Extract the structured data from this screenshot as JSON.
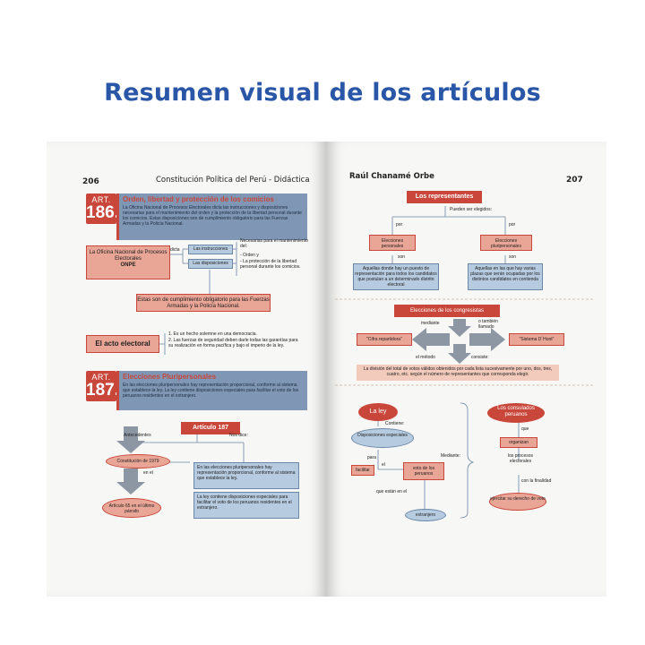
{
  "heading": "Resumen visual de los artículos",
  "left_page": {
    "page_number": "206",
    "running_header": "Constitución Política del Perú - Didáctica",
    "art186": {
      "label": "ART.",
      "number": "186.",
      "title": "Orden, libertad y protección de los comicios",
      "text": "La Oficina Nacional de Procesos Electorales dicta las instrucciones y disposiciones necesarias para el mantenimiento del orden y la protección de la libertad personal durante los comicios. Estas disposiciones son de cumplimiento obligatorio para las Fuerzas Armadas y la Policía Nacional."
    },
    "onpe_box": "La Oficina Nacional de Procesos Electorales",
    "onpe_acronym": "ONPE",
    "dicta": "dicta",
    "instrucciones": "Las instrucciones",
    "disposiciones": "Las disposiciones",
    "necesarias_title": "Necesarias para el mantenimiento del:",
    "necesarias_item1": "- Orden y",
    "necesarias_item2": "- La protección de la libertad personal durante los comicios.",
    "obligatorio_box": "Estas son de cumplimiento obligatorio para las Fuerzas Armadas y la Policía Nacional.",
    "acto_electoral": "El acto electoral",
    "acto_item1": "1. Es un hecho solemne en una democracia.",
    "acto_item2": "2. Las fuerzas de seguridad deben darle todas las garantías para su realización en forma pacífica y bajo el imperio de la ley.",
    "art187": {
      "label": "ART.",
      "number": "187.",
      "title": "Elecciones Pluripersonales",
      "text": "En las elecciones pluripersonales hay representación proporcional, conforme al sistema que establece la ley. La ley contiene disposiciones especiales para facilitar el voto de los peruanos residentes en el extranjero."
    },
    "articulo187": "Artículo 187",
    "antecedentes": "Antecedentes",
    "nos_dice": "Nos dice:",
    "constitucion1979": "Constitución de 1979",
    "en_el": "en el",
    "articulo65": "Artículo 65 en el último párrafo",
    "nos_dice_box1": "En las elecciones pluripersonales hay representación proporcional, conforme al sistema que establece la ley.",
    "nos_dice_box2": "La ley contiene disposiciones especiales para facilitar el voto de los peruanos residentes en el extranjero."
  },
  "right_page": {
    "page_number": "207",
    "running_header": "Raúl Chanamé Orbe",
    "representantes": "Los representantes",
    "pueden_ser_elegidos": "Pueden ser elegidos:",
    "por1": "por",
    "por2": "por",
    "elecciones_personales": "Elecciones personales",
    "elecciones_pluripersonales": "Elecciones pluripersonales",
    "son1": "son",
    "son2": "son",
    "personales_desc": "Aquellas donde hay un puesto de representación para todos los candidatos que postulan a un determinado distrito electoral",
    "pluripersonales_desc": "Aquellas en las que hay varias plazas que serán ocupadas por los distintos candidatos en contienda",
    "congresistas": "Elecciones de los congresistas",
    "mediante": "mediante",
    "o_tambien": "o también llamado",
    "cifra": "\"Cifra repartidora\"",
    "dhont": "\"Sistema D´Hont\"",
    "el_metodo": "el método",
    "consiste": "consiste:",
    "division": "La división del total de votos válidos obtenidos por cada lista sucesivamente por uno, dos, tres, cuatro, etc. según el número de representantes que corresponda elegir.",
    "la_ley": "La ley",
    "contiene": "Contiene:",
    "disposiciones_especiales": "Disposiciones especiales",
    "para": "para",
    "mediante2": "Mediante:",
    "facilitar": "facilitar",
    "el": "el",
    "voto_peruanos": "voto de los peruanos",
    "que_estan": "que están en el",
    "extranjero": "extranjero",
    "consulados": "Los consulados peruanos",
    "que": "que",
    "organizan": "organizan",
    "procesos": "los procesos electorales",
    "finalidad": "con la finalidad",
    "ejercitar": "ejercitar su derecho de voto"
  },
  "colors": {
    "heading": "#2a56a8",
    "accent_red": "#c9463a",
    "salmon": "#e9a596",
    "light_blue": "#b7cbe0",
    "title_bar": "#7f97b5"
  }
}
